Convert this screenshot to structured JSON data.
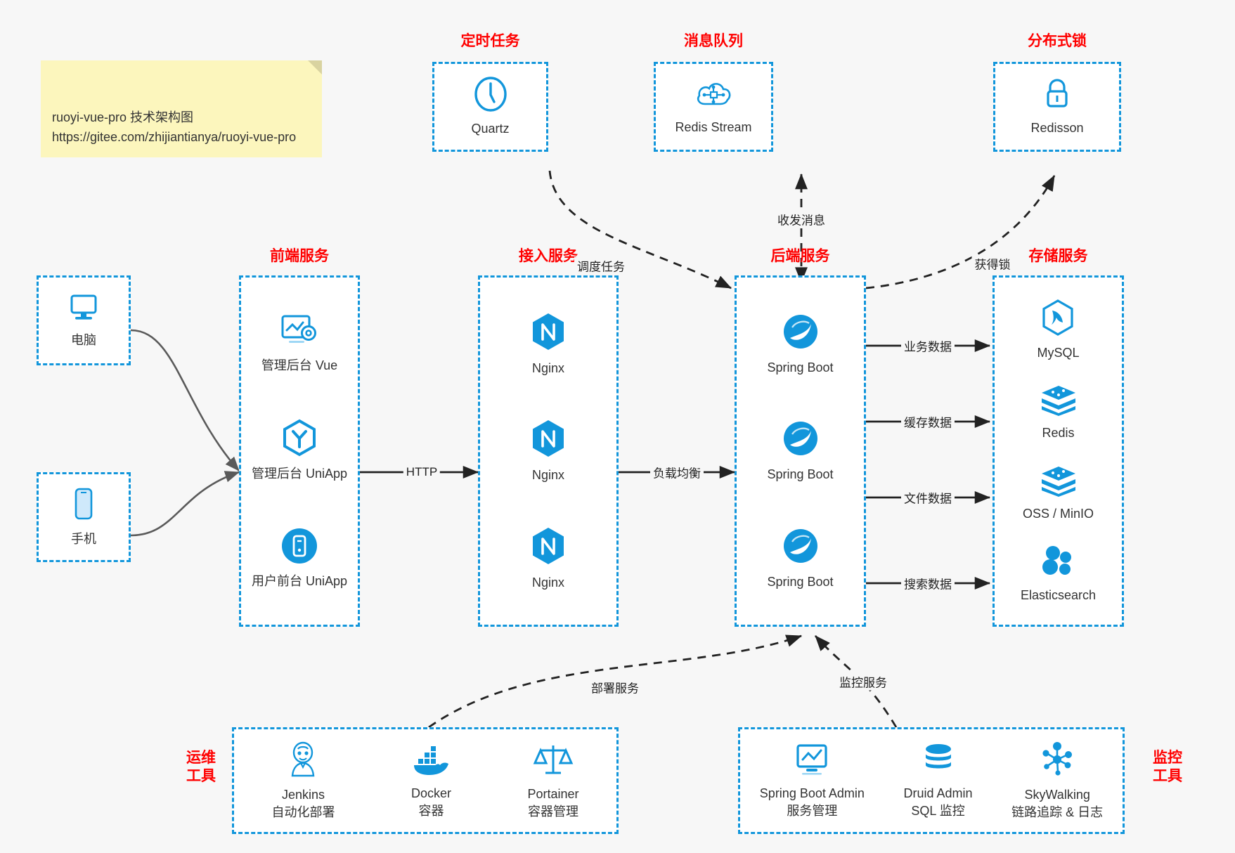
{
  "note": {
    "text": "ruoyi-vue-pro 技术架构图\nhttps://gitee.com/zhijiantianya/ruoyi-vue-pro"
  },
  "colors": {
    "accent": "#1296db",
    "title_red": "#ff0000",
    "edge": "#333333",
    "note_bg": "#fcf6bd",
    "canvas_bg": "#f7f7f7"
  },
  "groups": {
    "scheduler": {
      "title": "定时任务",
      "nodes": [
        {
          "label": "Quartz",
          "icon": "clock-icon"
        }
      ]
    },
    "mq": {
      "title": "消息队列",
      "nodes": [
        {
          "label": "Redis Stream",
          "icon": "cloud-stream-icon"
        }
      ]
    },
    "lock": {
      "title": "分布式锁",
      "nodes": [
        {
          "label": "Redisson",
          "icon": "lock-icon"
        }
      ]
    },
    "client_pc": {
      "title": "",
      "nodes": [
        {
          "label": "电脑",
          "icon": "desktop-icon"
        }
      ]
    },
    "client_mobile": {
      "title": "",
      "nodes": [
        {
          "label": "手机",
          "icon": "phone-icon"
        }
      ]
    },
    "frontend": {
      "title": "前端服务",
      "nodes": [
        {
          "label": "管理后台 Vue",
          "icon": "dashboard-vue-icon"
        },
        {
          "label": "管理后台 UniApp",
          "icon": "cube-uniapp-icon"
        },
        {
          "label": "用户前台 UniApp",
          "icon": "app-user-icon"
        }
      ]
    },
    "gateway": {
      "title": "接入服务",
      "nodes": [
        {
          "label": "Nginx",
          "icon": "nginx-icon"
        },
        {
          "label": "Nginx",
          "icon": "nginx-icon"
        },
        {
          "label": "Nginx",
          "icon": "nginx-icon"
        }
      ]
    },
    "backend": {
      "title": "后端服务",
      "nodes": [
        {
          "label": "Spring Boot",
          "icon": "spring-boot-icon"
        },
        {
          "label": "Spring Boot",
          "icon": "spring-boot-icon"
        },
        {
          "label": "Spring Boot",
          "icon": "spring-boot-icon"
        }
      ]
    },
    "storage": {
      "title": "存储服务",
      "nodes": [
        {
          "label": "MySQL",
          "icon": "mysql-icon"
        },
        {
          "label": "Redis",
          "icon": "redis-icon"
        },
        {
          "label": "OSS / MinIO",
          "icon": "oss-minio-icon"
        },
        {
          "label": "Elasticsearch",
          "icon": "elasticsearch-icon"
        }
      ]
    },
    "devops": {
      "title": "运维\n工具",
      "nodes": [
        {
          "label": "Jenkins\n自动化部署",
          "icon": "jenkins-icon"
        },
        {
          "label": "Docker\n容器",
          "icon": "docker-icon"
        },
        {
          "label": "Portainer\n容器管理",
          "icon": "portainer-icon"
        }
      ]
    },
    "monitor": {
      "title": "监控\n工具",
      "nodes": [
        {
          "label": "Spring Boot Admin\n服务管理",
          "icon": "monitor-screen-icon"
        },
        {
          "label": "Druid Admin\nSQL 监控",
          "icon": "database-icon"
        },
        {
          "label": "SkyWalking\n链路追踪 & 日志",
          "icon": "skywalking-icon"
        }
      ]
    }
  },
  "edges": [
    {
      "id": "http",
      "label": "HTTP"
    },
    {
      "id": "lb",
      "label": "负载均衡"
    },
    {
      "id": "schedule",
      "label": "调度任务"
    },
    {
      "id": "mq-msg",
      "label": "收发消息"
    },
    {
      "id": "get-lock",
      "label": "获得锁"
    },
    {
      "id": "biz-data",
      "label": "业务数据"
    },
    {
      "id": "cache-data",
      "label": "缓存数据"
    },
    {
      "id": "file-data",
      "label": "文件数据"
    },
    {
      "id": "search-data",
      "label": "搜索数据"
    },
    {
      "id": "deploy",
      "label": "部署服务"
    },
    {
      "id": "monitor-svc",
      "label": "监控服务"
    }
  ]
}
